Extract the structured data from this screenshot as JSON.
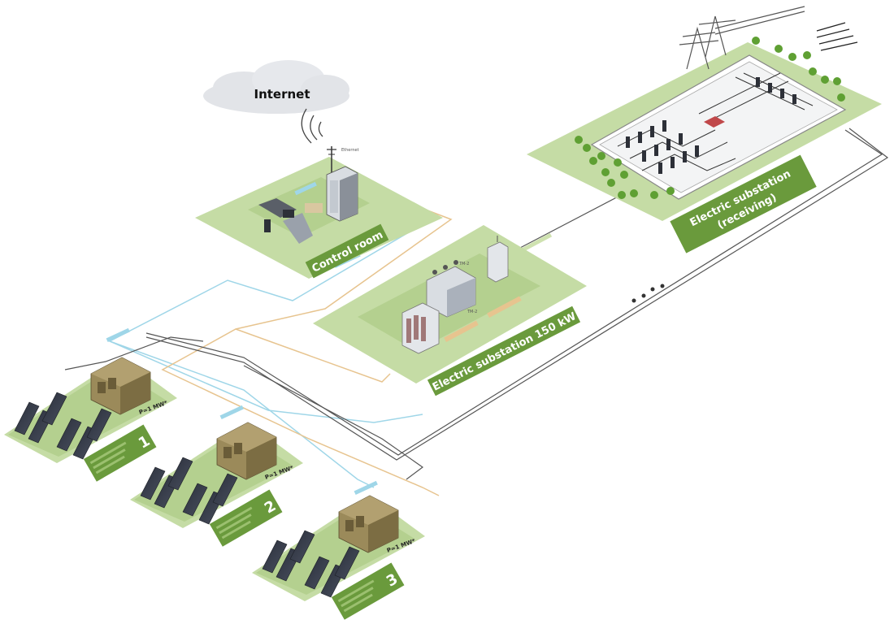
{
  "cloud": {
    "label": "Internet"
  },
  "control_room": {
    "label": "Control room"
  },
  "substation_150": {
    "label": "Electric substation 150 kW"
  },
  "substation_receiving": {
    "line1": "Electric substation",
    "line2": "(receiving)"
  },
  "stations": [
    {
      "number": "1",
      "power_label": "P=1 MW*"
    },
    {
      "number": "2",
      "power_label": "P=1 MW*"
    },
    {
      "number": "3",
      "power_label": "P=1 MW*"
    }
  ],
  "colors": {
    "platform": "#c5dca5",
    "platform_dark": "#a9c886",
    "label_bg": "#6a9a3c",
    "cable_blue": "#9fd6e8",
    "cable_tan": "#e7c48f",
    "cable_dark": "#555555",
    "container": "#8a7a4e"
  },
  "icons": [
    "cloud-icon",
    "antenna-icon",
    "server-rack-icon",
    "solar-panel-icon",
    "container-icon",
    "transformer-icon",
    "tree-icon",
    "power-pylon-icon"
  ]
}
